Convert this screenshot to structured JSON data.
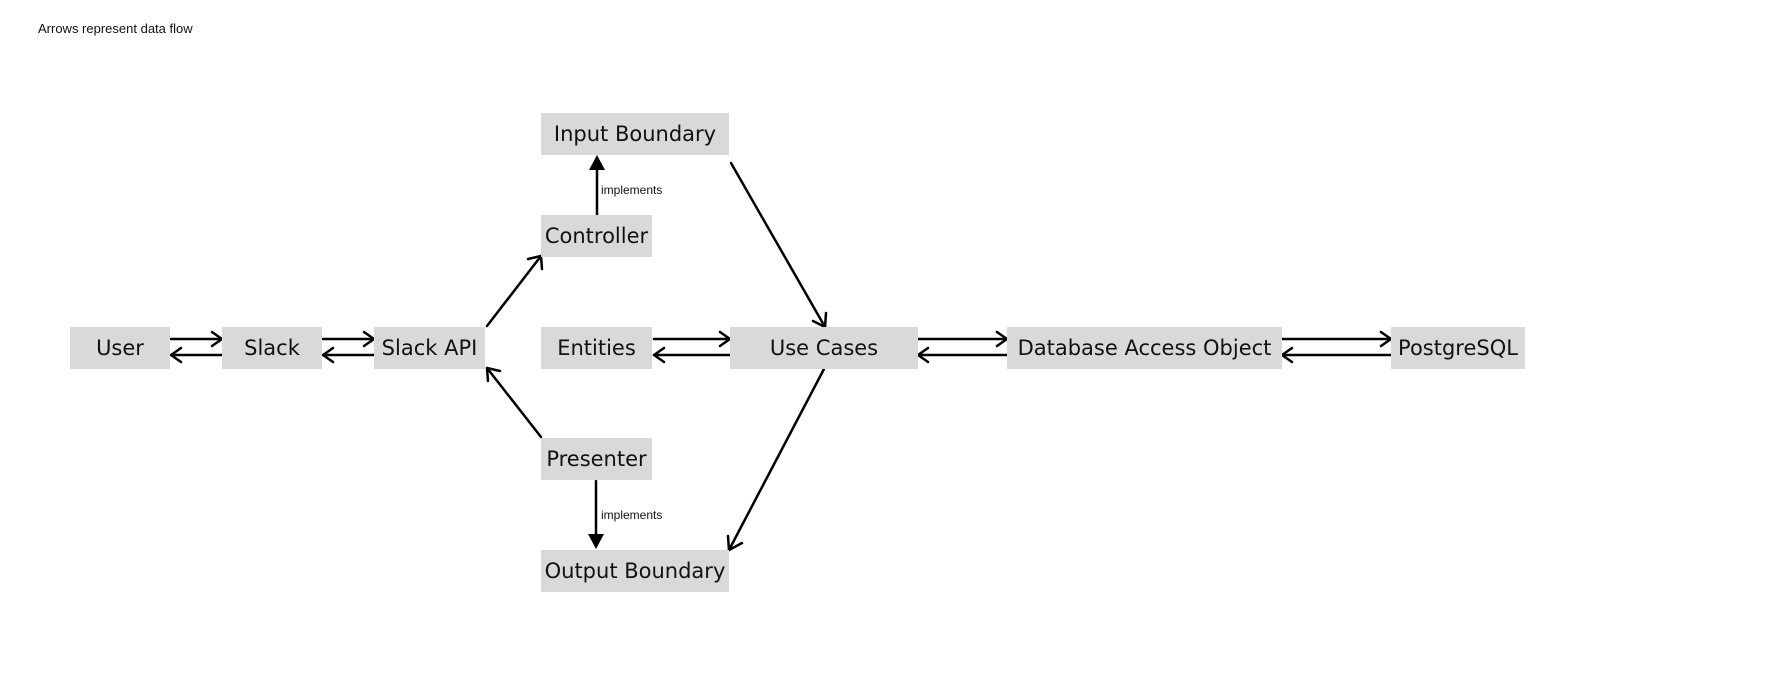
{
  "note": "Arrows represent data flow",
  "nodes": {
    "user": "User",
    "slack": "Slack",
    "slack_api": "Slack API",
    "input_boundary": "Input Boundary",
    "controller": "Controller",
    "entities": "Entities",
    "use_cases": "Use Cases",
    "presenter": "Presenter",
    "output_boundary": "Output Boundary",
    "dao": "Database Access Object",
    "postgresql": "PostgreSQL"
  },
  "edge_labels": {
    "controller_implements": "implements",
    "presenter_implements": "implements"
  },
  "colors": {
    "node_fill": "#d9d9d9",
    "line": "#000000",
    "background": "#ffffff"
  }
}
